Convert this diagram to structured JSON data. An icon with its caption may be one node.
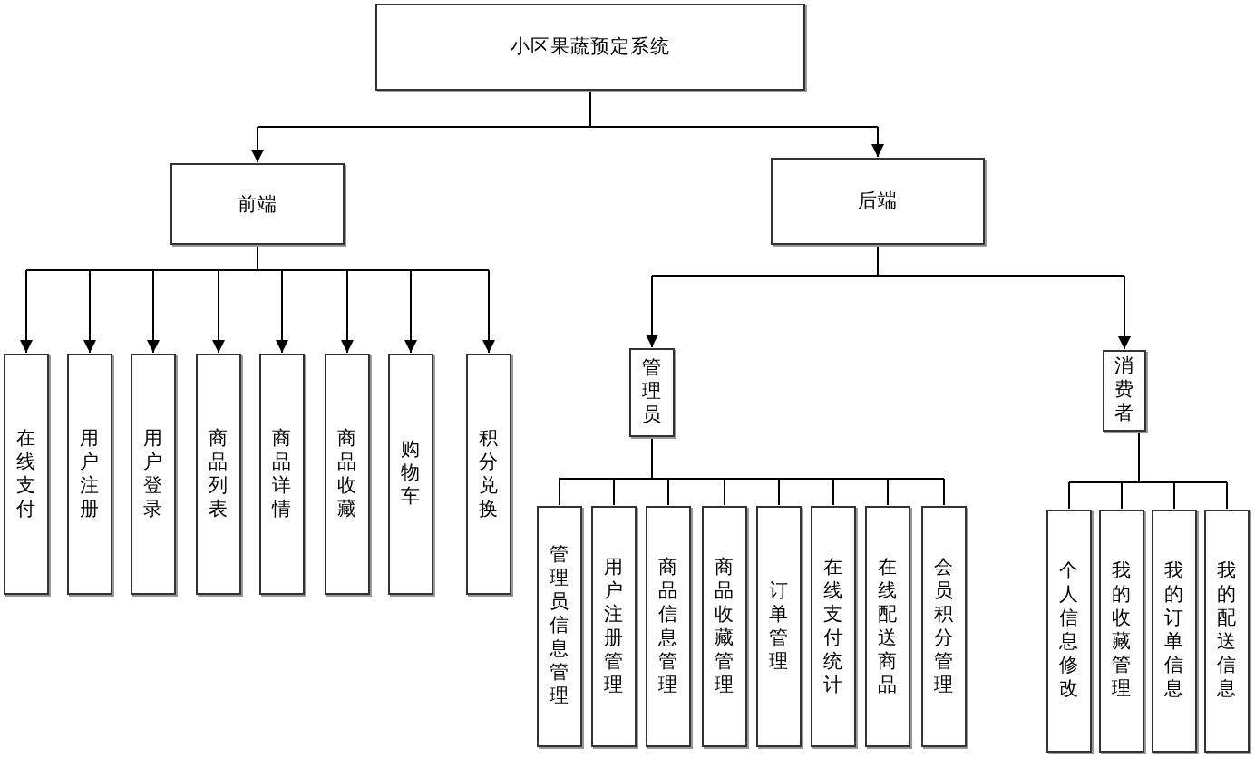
{
  "diagram": {
    "nodes": [
      {
        "text": [
          "小区果蔬预定系统"
        ]
      },
      {
        "text": [
          "前端"
        ]
      },
      {
        "text": [
          "后端"
        ]
      },
      {
        "text": [
          "在线支付"
        ]
      },
      {
        "text": [
          "用户注册"
        ]
      },
      {
        "text": [
          "用户登录"
        ]
      },
      {
        "text": [
          "商品列表"
        ]
      },
      {
        "text": [
          "商品详情"
        ]
      },
      {
        "text": [
          "商品收藏"
        ]
      },
      {
        "text": [
          "购物车"
        ]
      },
      {
        "text": [
          "积分兑换"
        ]
      },
      {
        "text": [
          "管理员"
        ]
      },
      {
        "text": [
          "消费者"
        ]
      },
      {
        "text": [
          "管理员信息管理"
        ]
      },
      {
        "text": [
          "用户注册管理"
        ]
      },
      {
        "text": [
          "商品信息管理"
        ]
      },
      {
        "text": [
          "商品收藏管理"
        ]
      },
      {
        "text": [
          "订单管理"
        ]
      },
      {
        "text": [
          "在线支付统计"
        ]
      },
      {
        "text": [
          "在线配送商品"
        ]
      },
      {
        "text": [
          "会员积分管理"
        ]
      },
      {
        "text": [
          "个人信息修改"
        ]
      },
      {
        "text": [
          "我的收藏管理"
        ]
      },
      {
        "text": [
          "我的订单信息"
        ]
      },
      {
        "text": [
          "我的配送信息"
        ]
      }
    ],
    "edges": [
      {
        "from": 0,
        "to": 1,
        "arrow": "to"
      },
      {
        "from": 0,
        "to": 2,
        "arrow": "to"
      },
      {
        "from": 1,
        "to": 3,
        "arrow": "to"
      },
      {
        "from": 1,
        "to": 4,
        "arrow": "to"
      },
      {
        "from": 1,
        "to": 5,
        "arrow": "to"
      },
      {
        "from": 1,
        "to": 6,
        "arrow": "to"
      },
      {
        "from": 1,
        "to": 7,
        "arrow": "to"
      },
      {
        "from": 1,
        "to": 8,
        "arrow": "to"
      },
      {
        "from": 1,
        "to": 9,
        "arrow": "to"
      },
      {
        "from": 1,
        "to": 10,
        "arrow": "to"
      },
      {
        "from": 2,
        "to": 11,
        "arrow": "to"
      },
      {
        "from": 2,
        "to": 12,
        "arrow": "to"
      },
      {
        "from": 11,
        "to": 13,
        "arrow": "none"
      },
      {
        "from": 11,
        "to": 14,
        "arrow": "none"
      },
      {
        "from": 11,
        "to": 15,
        "arrow": "none"
      },
      {
        "from": 11,
        "to": 16,
        "arrow": "none"
      },
      {
        "from": 11,
        "to": 17,
        "arrow": "none"
      },
      {
        "from": 11,
        "to": 18,
        "arrow": "none"
      },
      {
        "from": 11,
        "to": 19,
        "arrow": "none"
      },
      {
        "from": 11,
        "to": 20,
        "arrow": "none"
      },
      {
        "from": 12,
        "to": 21,
        "arrow": "none"
      },
      {
        "from": 12,
        "to": 22,
        "arrow": "none"
      },
      {
        "from": 12,
        "to": 23,
        "arrow": "none"
      },
      {
        "from": 12,
        "to": 24,
        "arrow": "none"
      }
    ]
  }
}
